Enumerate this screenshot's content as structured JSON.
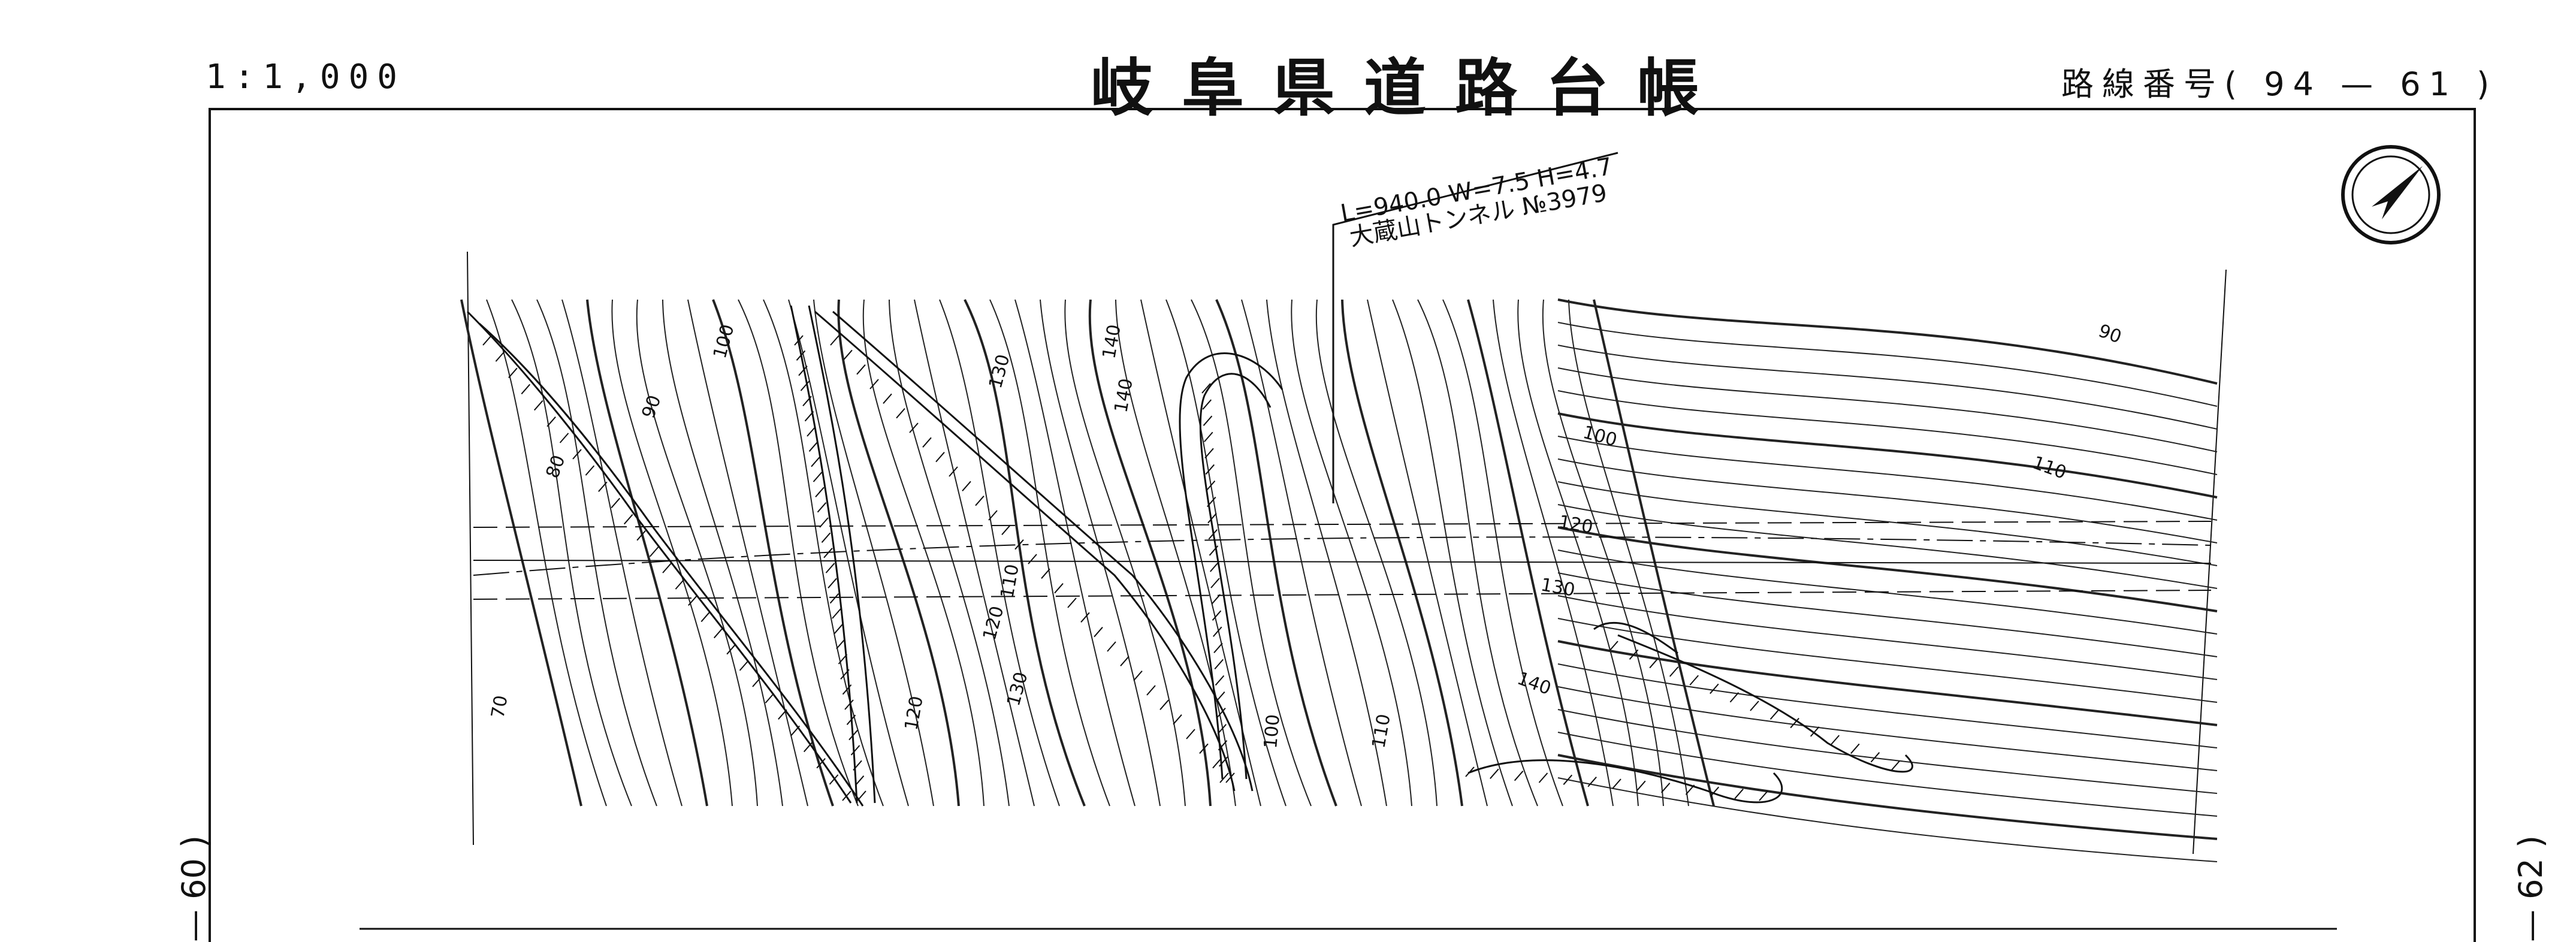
{
  "header": {
    "scale": "1:1,000",
    "title": "岐阜県道路台帳",
    "route_number": "路線番号( 94 — 61 )"
  },
  "side_labels": {
    "left": "— 60 )",
    "right": "— 62 )"
  },
  "annotation": {
    "dimensions": "L=940.0 W=7.5 H=4.7",
    "tunnel_name": "大蔵山トンネル №3979"
  },
  "contour_labels": [
    "70",
    "80",
    "90",
    "100",
    "110",
    "120",
    "130",
    "140",
    "100",
    "110",
    "120",
    "130",
    "140",
    "90",
    "100",
    "110",
    "120",
    "130",
    "140"
  ],
  "icons": {
    "north_arrow": "north-arrow-icon"
  }
}
